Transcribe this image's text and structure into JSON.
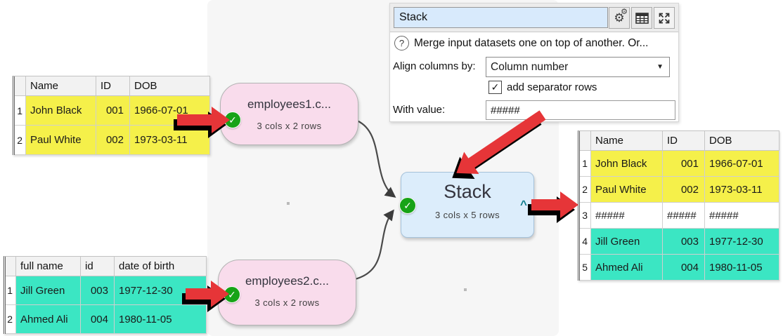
{
  "icons": {
    "check": "✓",
    "caret_up": "^",
    "dropdown": "▼",
    "help": "?",
    "gear": "⚙",
    "checkbox_check": "✓"
  },
  "colors": {
    "yellow": "#f5f04a",
    "teal": "#3be6c3",
    "white": "#ffffff",
    "node_pink": "#f9dcec",
    "node_blue": "#dcedfb",
    "red_arrow": "#e63538"
  },
  "options_panel": {
    "title_value": "Stack",
    "help_text": "Merge input datasets one on top of another. Or...",
    "align_label": "Align columns by:",
    "align_value": "Column number",
    "separator_label": "add separator rows",
    "separator_checked": true,
    "with_value_label": "With value:",
    "with_value": "#####"
  },
  "nodes": {
    "input1": {
      "title": "employees1.c...",
      "subtitle": "3 cols x 2 rows"
    },
    "input2": {
      "title": "employees2.c...",
      "subtitle": "3 cols x 2 rows"
    },
    "stack": {
      "title": "Stack",
      "subtitle": "3 cols x 5 rows"
    }
  },
  "tables": {
    "input1": {
      "headers": [
        "Name",
        "ID",
        "DOB"
      ],
      "rows": [
        {
          "num": "1",
          "cells": [
            "John Black",
            "001",
            "1966-07-01"
          ],
          "color": "yellow"
        },
        {
          "num": "2",
          "cells": [
            "Paul White",
            "002",
            "1973-03-11"
          ],
          "color": "yellow"
        }
      ]
    },
    "input2": {
      "headers": [
        "full name",
        "id",
        "date of birth"
      ],
      "rows": [
        {
          "num": "1",
          "cells": [
            "Jill Green",
            "003",
            "1977-12-30"
          ],
          "color": "teal"
        },
        {
          "num": "2",
          "cells": [
            "Ahmed Ali",
            "004",
            "1980-11-05"
          ],
          "color": "teal"
        }
      ]
    },
    "output": {
      "headers": [
        "Name",
        "ID",
        "DOB"
      ],
      "rows": [
        {
          "num": "1",
          "cells": [
            "John Black",
            "001",
            "1966-07-01"
          ],
          "color": "yellow"
        },
        {
          "num": "2",
          "cells": [
            "Paul White",
            "002",
            "1973-03-11"
          ],
          "color": "yellow"
        },
        {
          "num": "3",
          "cells": [
            "#####",
            "#####",
            "#####"
          ],
          "color": "white"
        },
        {
          "num": "4",
          "cells": [
            "Jill Green",
            "003",
            "1977-12-30"
          ],
          "color": "teal"
        },
        {
          "num": "5",
          "cells": [
            "Ahmed Ali",
            "004",
            "1980-11-05"
          ],
          "color": "teal"
        }
      ]
    }
  }
}
